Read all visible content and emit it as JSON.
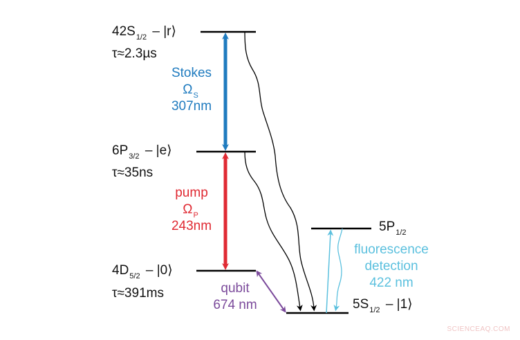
{
  "colors": {
    "stokes": "#1f7bbf",
    "pump": "#e02a33",
    "qubit": "#7b4a9b",
    "fluorescence": "#5bc0de",
    "level": "#000000",
    "watermark": "#f0c4c4"
  },
  "levels": {
    "rydberg": {
      "state": "42S",
      "sub": "1/2",
      "ket": " – |r⟩",
      "lifetime": "τ≈2.3µs"
    },
    "excited": {
      "state": "6P",
      "sub": "3/2",
      "ket": " – |e⟩",
      "lifetime": "τ≈35ns"
    },
    "qubit0": {
      "state": "4D",
      "sub": "5/2",
      "ket": " – |0⟩",
      "lifetime": "τ≈391ms"
    },
    "p_half": {
      "state": "5P",
      "sub": "1/2"
    },
    "ground": {
      "state": "5S",
      "sub": "1/2",
      "ket": " – |1⟩"
    }
  },
  "transitions": {
    "stokes": {
      "name": "Stokes",
      "symbol": "Ω",
      "symbol_sub": "S",
      "wavelength": "307nm"
    },
    "pump": {
      "name": "pump",
      "symbol": "Ω",
      "symbol_sub": "P",
      "wavelength": "243nm"
    },
    "qubit": {
      "name": "qubit",
      "wavelength": "674 nm"
    },
    "fluorescence": {
      "line1": "fluorescence",
      "line2": "detection",
      "wavelength": "422 nm"
    }
  },
  "watermark": "SCIENCEAQ.COM"
}
